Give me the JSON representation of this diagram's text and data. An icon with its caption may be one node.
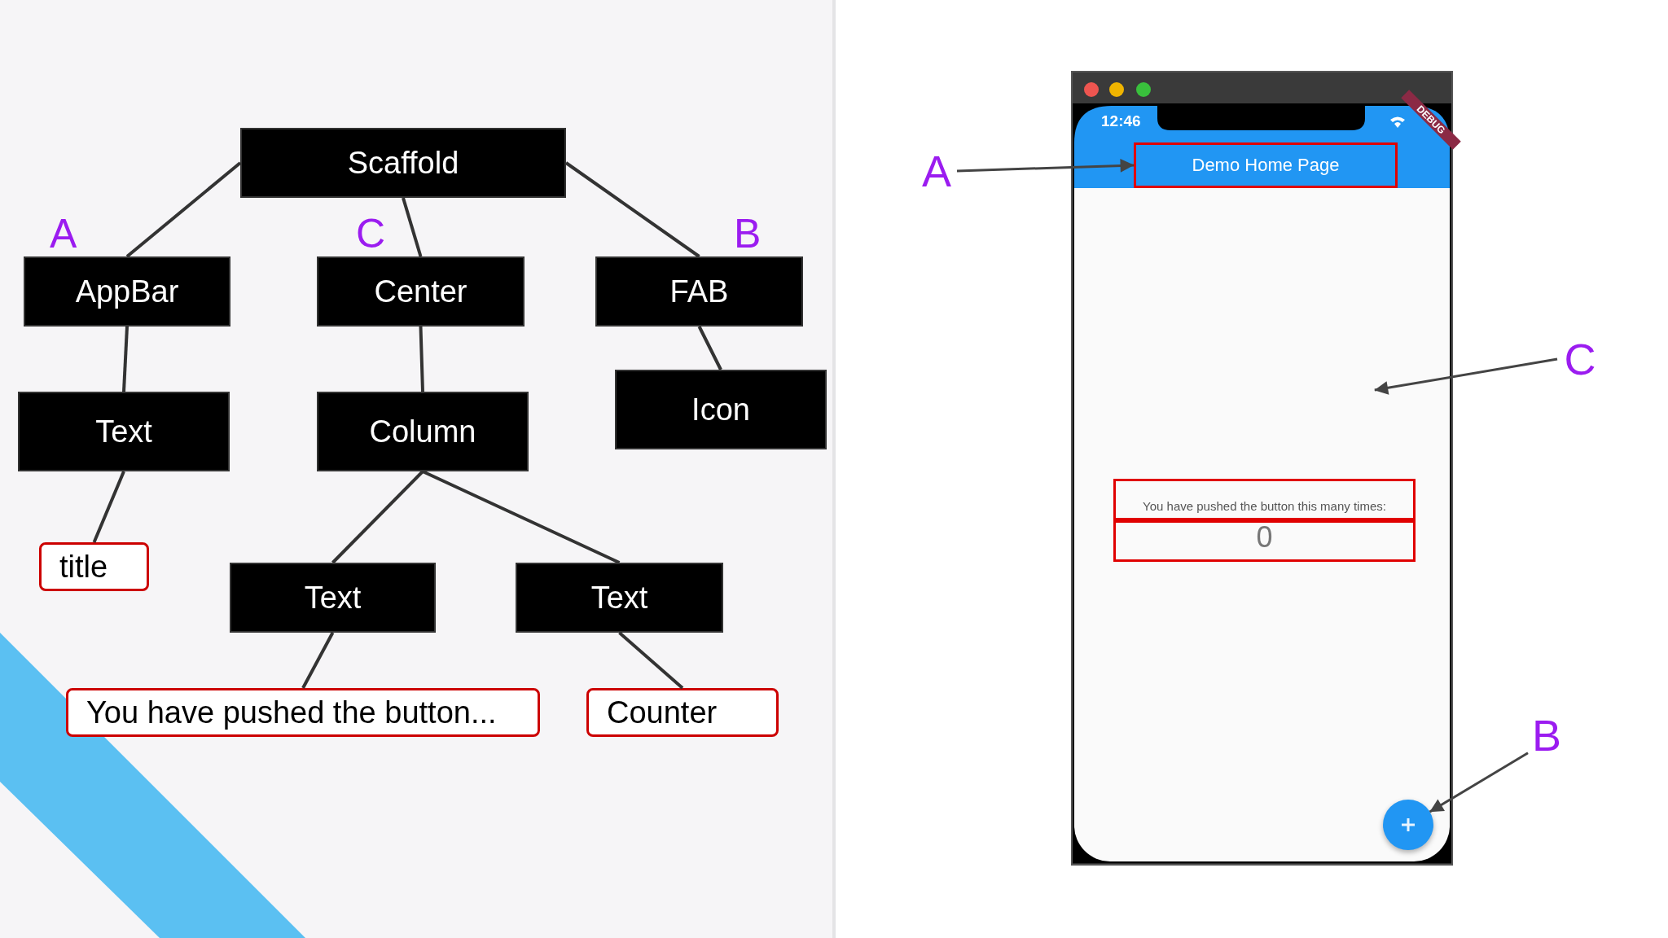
{
  "diagram": {
    "nodes": [
      {
        "text": [
          "Scaffold"
        ]
      },
      {
        "text": [
          "AppBar"
        ],
        "beside": [
          "A"
        ]
      },
      {
        "text": [
          "Center"
        ],
        "beside": [
          "C"
        ]
      },
      {
        "text": [
          "FAB"
        ],
        "beside": [
          "B"
        ]
      },
      {
        "text": [
          "Text"
        ]
      },
      {
        "text": [
          "Column"
        ]
      },
      {
        "text": [
          "Icon"
        ]
      },
      {
        "text": [
          "title"
        ]
      },
      {
        "text": [
          "Text"
        ]
      },
      {
        "text": [
          "Text"
        ]
      },
      {
        "text": [
          "You have pushed the button..."
        ]
      },
      {
        "text": [
          "Counter"
        ]
      },
      {
        "text": [
          "A"
        ]
      },
      {
        "text": [
          "Demo Home Page"
        ]
      },
      {
        "text": [
          "C"
        ]
      },
      {
        "text": [],
        "shape": "box"
      },
      {
        "text": [
          "You have pushed the button this many times:"
        ],
        "in": 15
      },
      {
        "text": [
          "0"
        ],
        "in": 15
      },
      {
        "text": [
          "B"
        ]
      },
      {
        "text": [],
        "shape": "circle",
        "in": 15
      }
    ],
    "edges": [
      {
        "from": 0,
        "to": 1,
        "arrow": "none"
      },
      {
        "from": 0,
        "to": 2,
        "arrow": "none"
      },
      {
        "from": 0,
        "to": 3,
        "arrow": "none"
      },
      {
        "from": 1,
        "to": 4,
        "arrow": "none"
      },
      {
        "from": 2,
        "to": 5,
        "arrow": "none"
      },
      {
        "from": 3,
        "to": 6,
        "arrow": "none"
      },
      {
        "from": 4,
        "to": 7,
        "arrow": "none"
      },
      {
        "from": 5,
        "to": 8,
        "arrow": "none"
      },
      {
        "from": 5,
        "to": 9,
        "arrow": "none"
      },
      {
        "from": 8,
        "to": 10,
        "arrow": "none"
      },
      {
        "from": 9,
        "to": 11,
        "arrow": "none"
      },
      {
        "from": 12,
        "to": 13,
        "arrow": "to"
      },
      {
        "from": 14,
        "to": 15,
        "arrow": "to"
      },
      {
        "from": 18,
        "to": 19,
        "arrow": "to"
      }
    ],
    "labels": [
      "12:46",
      "DEBUG"
    ]
  }
}
